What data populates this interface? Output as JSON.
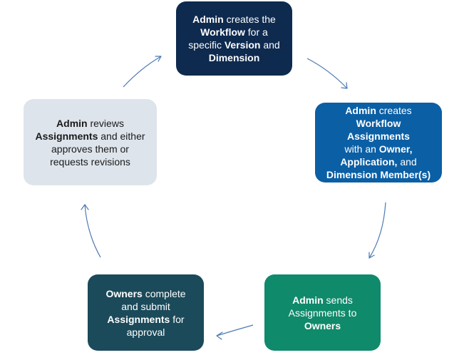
{
  "steps": [
    {
      "lines": [
        [
          {
            "t": "Admin",
            "b": true
          },
          {
            "t": " creates the",
            "b": false
          }
        ],
        [
          {
            "t": "Workflow",
            "b": true
          },
          {
            "t": " for a",
            "b": false
          }
        ],
        [
          {
            "t": "specific ",
            "b": false
          },
          {
            "t": "Version",
            "b": true
          },
          {
            "t": " and",
            "b": false
          }
        ],
        [
          {
            "t": "Dimension",
            "b": true
          }
        ]
      ]
    },
    {
      "lines": [
        [
          {
            "t": "Admin",
            "b": true
          },
          {
            "t": " creates",
            "b": false
          }
        ],
        [
          {
            "t": "Workflow Assignments",
            "b": true
          }
        ],
        [
          {
            "t": "with an ",
            "b": false
          },
          {
            "t": "Owner,",
            "b": true
          }
        ],
        [
          {
            "t": "Application,",
            "b": true
          },
          {
            "t": " and",
            "b": false
          }
        ],
        [
          {
            "t": "Dimension Member(s)",
            "b": true
          }
        ]
      ]
    },
    {
      "lines": [
        [
          {
            "t": "Admin",
            "b": true
          },
          {
            "t": " sends",
            "b": false
          }
        ],
        [
          {
            "t": "Assignments to",
            "b": false
          }
        ],
        [
          {
            "t": "Owners",
            "b": true
          }
        ]
      ]
    },
    {
      "lines": [
        [
          {
            "t": "Owners",
            "b": true
          },
          {
            "t": " complete",
            "b": false
          }
        ],
        [
          {
            "t": "and submit",
            "b": false
          }
        ],
        [
          {
            "t": "Assignments",
            "b": true
          },
          {
            "t": " for",
            "b": false
          }
        ],
        [
          {
            "t": "approval",
            "b": false
          }
        ]
      ]
    },
    {
      "lines": [
        [
          {
            "t": "Admin",
            "b": true
          },
          {
            "t": " reviews",
            "b": false
          }
        ],
        [
          {
            "t": "Assignments",
            "b": true
          },
          {
            "t": " and either",
            "b": false
          }
        ],
        [
          {
            "t": "approves them or",
            "b": false
          }
        ],
        [
          {
            "t": "requests revisions",
            "b": false
          }
        ]
      ]
    }
  ],
  "colors": {
    "step_1": "#0e2a4f",
    "step_2": "#0b5fa5",
    "step_3": "#0f8a6b",
    "step_4": "#1b4a5a",
    "step_5": "#dee4ec",
    "arrow": "#4b79b6"
  }
}
